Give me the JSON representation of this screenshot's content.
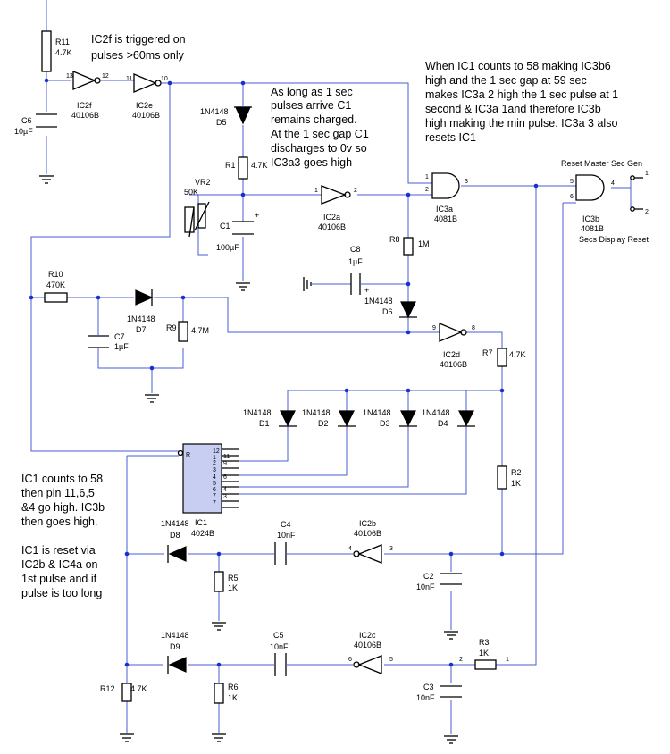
{
  "notes": {
    "n1": [
      "IC2f is triggered on",
      "pulses >60ms only"
    ],
    "n2": [
      "As long as 1 sec",
      "pulses arrive C1",
      "remains charged.",
      "At the 1 sec gap C1",
      "discharges to 0v so",
      "IC3a3 goes high"
    ],
    "n3": [
      "When IC1 counts to 58 making IC3b6",
      "high and the 1 sec gap at 59 sec",
      "makes IC3a 2 high the 1 sec pulse at 1",
      "second  & IC3a 1and therefore IC3b",
      "high making the min pulse. IC3a 3 also",
      "resets IC1"
    ],
    "n4": [
      "IC1 counts to 58",
      "then pin 11,6,5",
      "&4 go high. IC3b",
      "then goes high."
    ],
    "n5": [
      "IC1 is reset via",
      "IC2b & IC4a on",
      "1st pulse and if",
      "pulse is too long"
    ]
  },
  "outputs": {
    "reset_master": "Reset Master Sec Gen",
    "secs_display": "Secs Display Reset"
  },
  "components": {
    "R11": {
      "ref": "R11",
      "value": "4.7K"
    },
    "C6": {
      "ref": "C6",
      "value": "10µF"
    },
    "IC2f": {
      "ref": "IC2f",
      "part": "40106B"
    },
    "IC2e": {
      "ref": "IC2e",
      "part": "40106B"
    },
    "D5": {
      "ref": "D5",
      "part": "1N4148"
    },
    "R1": {
      "ref": "R1",
      "value": "4.7K"
    },
    "VR2": {
      "ref": "VR2",
      "value": "50K"
    },
    "C1": {
      "ref": "C1",
      "value": "100µF"
    },
    "IC2a": {
      "ref": "IC2a",
      "part": "40106B"
    },
    "IC3a": {
      "ref": "IC3a",
      "part": "4081B"
    },
    "IC3b": {
      "ref": "IC3b",
      "part": "4081B"
    },
    "R8": {
      "ref": "R8",
      "value": "1M"
    },
    "C8": {
      "ref": "C8",
      "value": "1µF"
    },
    "D6": {
      "ref": "D6",
      "part": "1N4148"
    },
    "R10": {
      "ref": "R10",
      "value": "470K"
    },
    "D7": {
      "ref": "D7",
      "part": "1N4148"
    },
    "C7": {
      "ref": "C7",
      "value": "1µF"
    },
    "R9": {
      "ref": "R9",
      "value": "4.7M"
    },
    "IC2d": {
      "ref": "IC2d",
      "part": "40106B"
    },
    "R7": {
      "ref": "R7",
      "value": "4.7K"
    },
    "D1": {
      "ref": "D1",
      "part": "1N4148"
    },
    "D2": {
      "ref": "D2",
      "part": "1N4148"
    },
    "D3": {
      "ref": "D3",
      "part": "1N4148"
    },
    "D4": {
      "ref": "D4",
      "part": "1N4148"
    },
    "IC1": {
      "ref": "IC1",
      "part": "4024B",
      "reset_pin": "R"
    },
    "R2": {
      "ref": "R2",
      "value": "1K"
    },
    "D8": {
      "ref": "D8",
      "part": "1N4148"
    },
    "C4": {
      "ref": "C4",
      "value": "10nF"
    },
    "IC2b": {
      "ref": "IC2b",
      "part": "40106B"
    },
    "R5": {
      "ref": "R5",
      "value": "1K"
    },
    "C2": {
      "ref": "C2",
      "value": "10nF"
    },
    "D9": {
      "ref": "D9",
      "part": "1N4148"
    },
    "C5": {
      "ref": "C5",
      "value": "10nF"
    },
    "IC2c": {
      "ref": "IC2c",
      "part": "40106B"
    },
    "R3": {
      "ref": "R3",
      "value": "1K"
    },
    "R6": {
      "ref": "R6",
      "value": "1K"
    },
    "R12": {
      "ref": "R12",
      "value": "4.7K"
    },
    "C3": {
      "ref": "C3",
      "value": "10nF"
    }
  }
}
